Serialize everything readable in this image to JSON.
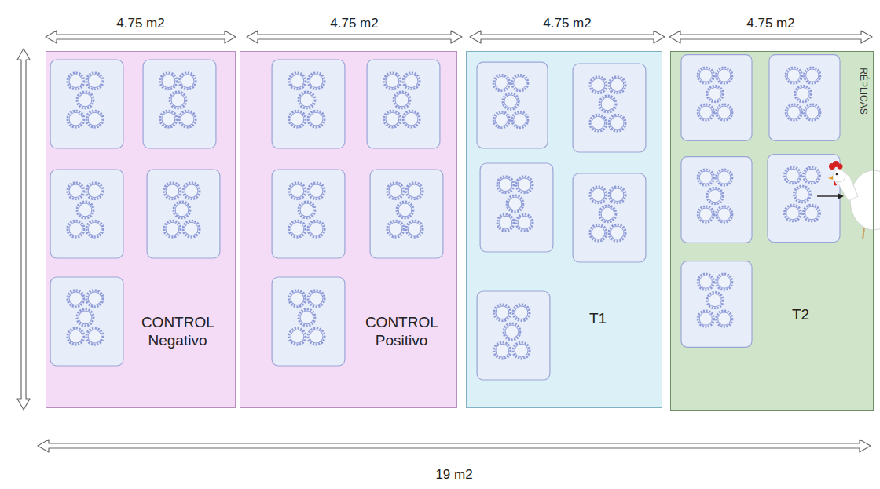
{
  "diagram": {
    "nodes": [
      {
        "text": [
          "CONTROL Negativo"
        ]
      },
      {
        "text": [
          "CONTROL Positivo"
        ]
      },
      {
        "text": [
          "T1"
        ]
      },
      {
        "text": [
          "T2"
        ]
      }
    ],
    "labels": [
      "4.75 m2",
      "4.75 m2",
      "4.75 m2",
      "4.75 m2",
      "RÉPLICAS",
      "19 m2"
    ]
  }
}
